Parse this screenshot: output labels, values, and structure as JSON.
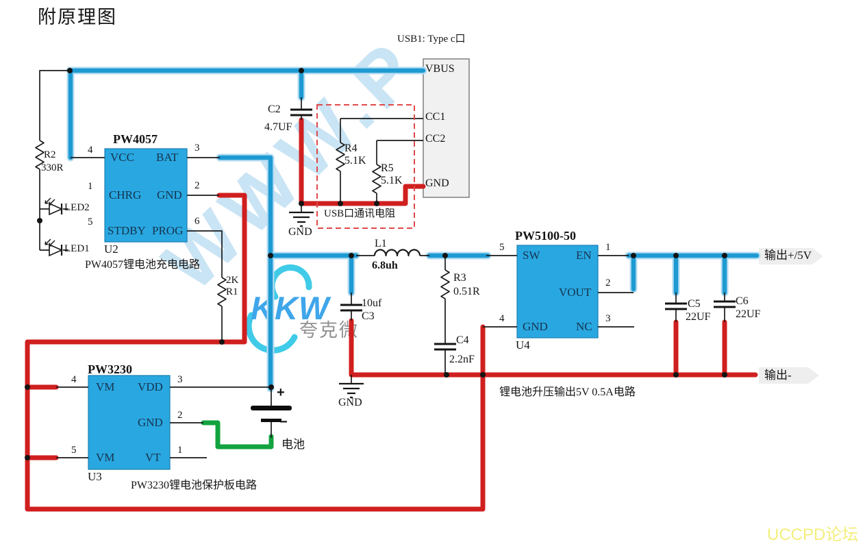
{
  "page": {
    "title": "附原理图",
    "watermark": "WWW.P",
    "forum_watermark": "UCCPD论坛"
  },
  "logo": {
    "text": "KKW",
    "subtext": "夸克微"
  },
  "colors": {
    "chip_fill": "#29a7e0",
    "wire_blue": "#1e9ad2",
    "wire_red": "#d01f1f",
    "wire_green": "#12a33f",
    "dashed_box": "#e04848",
    "forum_text": "#f3ee7d"
  },
  "usb": {
    "title": "USB1: Type c口",
    "vbus": "VBUS",
    "cc1": "CC1",
    "cc2": "CC2",
    "gnd": "GND"
  },
  "comm_resistor_box": {
    "label": "USB口通讯电阻"
  },
  "u2": {
    "title": "PW4057",
    "ref": "U2",
    "caption": "PW4057锂电池充电电路",
    "vcc": "VCC",
    "bat": "BAT",
    "chrg": "CHRG",
    "gnd": "GND",
    "stdby": "STDBY",
    "prog": "PROG",
    "pin4": "4",
    "pin1": "1",
    "pin5": "5",
    "pin3": "3",
    "pin2": "2",
    "pin6": "6"
  },
  "u3": {
    "title": "PW3230",
    "ref": "U3",
    "caption": "PW3230锂电池保护板电路",
    "vm_top": "VM",
    "vm_bot": "VM",
    "vdd": "VDD",
    "gnd": "GND",
    "vt": "VT",
    "pin4": "4",
    "pin5": "5",
    "pin3": "3",
    "pin2": "2",
    "pin1": "1"
  },
  "u4": {
    "title": "PW5100-50",
    "ref": "U4",
    "caption": "锂电池升压输出5V 0.5A电路",
    "sw": "SW",
    "en": "EN",
    "vout": "VOUT",
    "gnd": "GND",
    "nc": "NC",
    "pin5": "5",
    "pin4": "4",
    "pin1": "1",
    "pin2": "2",
    "pin3": "3"
  },
  "components": {
    "r1": {
      "value": "2K",
      "name": "R1"
    },
    "r2": {
      "name": "R2",
      "value": "330R"
    },
    "r3": {
      "name": "R3",
      "value": "0.51R"
    },
    "r4": {
      "name": "R4",
      "value": "5.1K"
    },
    "r5": {
      "name": "R5",
      "value": "5.1K"
    },
    "c2": {
      "name": "C2",
      "value": "4.7UF"
    },
    "c3": {
      "value": "10uf",
      "name": "C3"
    },
    "c4": {
      "name": "C4",
      "value": "2.2nF"
    },
    "c5": {
      "name": "C5",
      "value": "22UF"
    },
    "c6": {
      "name": "C6",
      "value": "22UF"
    },
    "l1": {
      "name": "L1",
      "value": "6.8uh"
    },
    "led1": "LED1",
    "led2": "LED2"
  },
  "battery": {
    "label": "电池",
    "plus": "+",
    "minus": "−"
  },
  "gnd_label": "GND",
  "outputs": {
    "positive": "输出+/5V",
    "negative": "输出-"
  }
}
